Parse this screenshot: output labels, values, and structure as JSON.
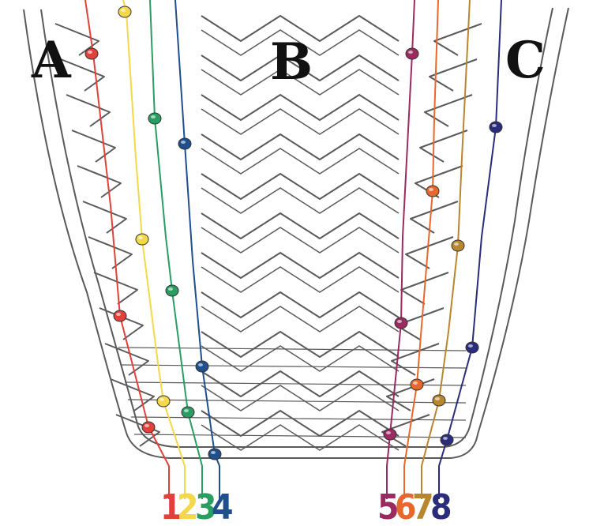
{
  "regions": [
    {
      "label": "A"
    },
    {
      "label": "B"
    },
    {
      "label": "C"
    }
  ],
  "wires": [
    {
      "number": "1",
      "color": "#e0413b"
    },
    {
      "number": "2",
      "color": "#f2d84a"
    },
    {
      "number": "3",
      "color": "#2a9d63"
    },
    {
      "number": "4",
      "color": "#1f4f8c"
    },
    {
      "number": "5",
      "color": "#9a2a60"
    },
    {
      "number": "6",
      "color": "#e8672a"
    },
    {
      "number": "7",
      "color": "#b7862f"
    },
    {
      "number": "8",
      "color": "#2b2c7a"
    }
  ]
}
